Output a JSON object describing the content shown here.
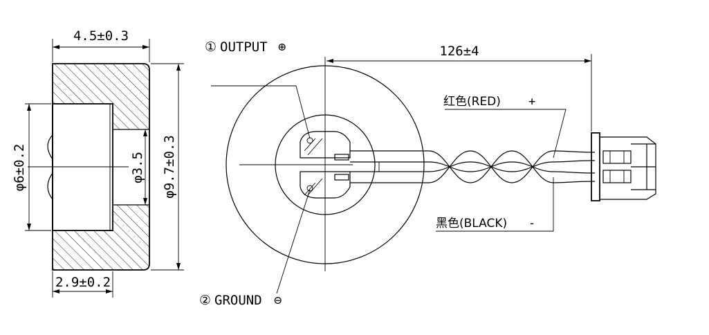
{
  "dimensions": {
    "width_top": "4.5±0.3",
    "width_bottom": "2.9±0.2",
    "inner_diameter": "φ6±0.2",
    "hole_diameter": "φ3.5",
    "outer_diameter": "φ9.7±0.3",
    "lead_length": "126±4"
  },
  "pins": {
    "output": {
      "number": "①",
      "label": "OUTPUT",
      "symbol": "⊕"
    },
    "ground": {
      "number": "②",
      "label": "GROUND",
      "symbol": "⊖"
    }
  },
  "wires": {
    "red_label": "红色(RED)",
    "red_sign": "+",
    "black_label": "黑色(BLACK)",
    "black_sign": "-"
  }
}
